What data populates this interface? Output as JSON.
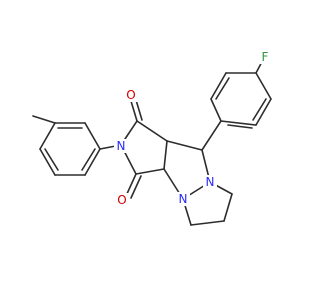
{
  "molecule": {
    "atoms": {
      "fluorine": "F",
      "oxygen_top": "O",
      "oxygen_bottom": "O",
      "nitrogen_imide": "N",
      "nitrogen_ring_a": "N",
      "nitrogen_ring_b": "N"
    },
    "colors": {
      "bond": "#2d2d2d",
      "oxygen": "#d10000",
      "nitrogen": "#2a2aff",
      "fluorine": "#2f9a3a"
    }
  }
}
